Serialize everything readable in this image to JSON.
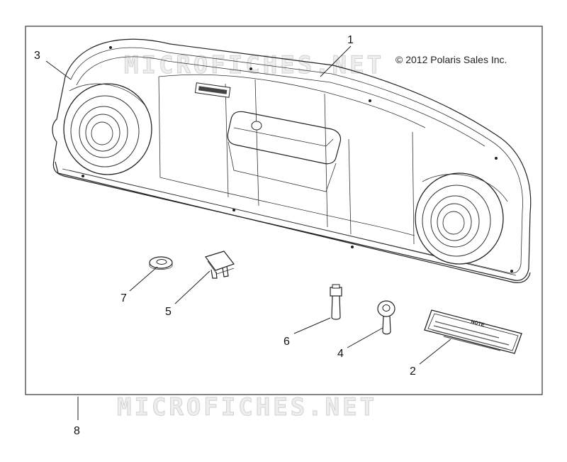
{
  "copyright": "© 2012 Polaris Sales Inc.",
  "watermark": "MICROFICHES.NET",
  "callouts": [
    "1",
    "2",
    "3",
    "4",
    "5",
    "6",
    "7",
    "8"
  ],
  "decal_title": "NOTE"
}
